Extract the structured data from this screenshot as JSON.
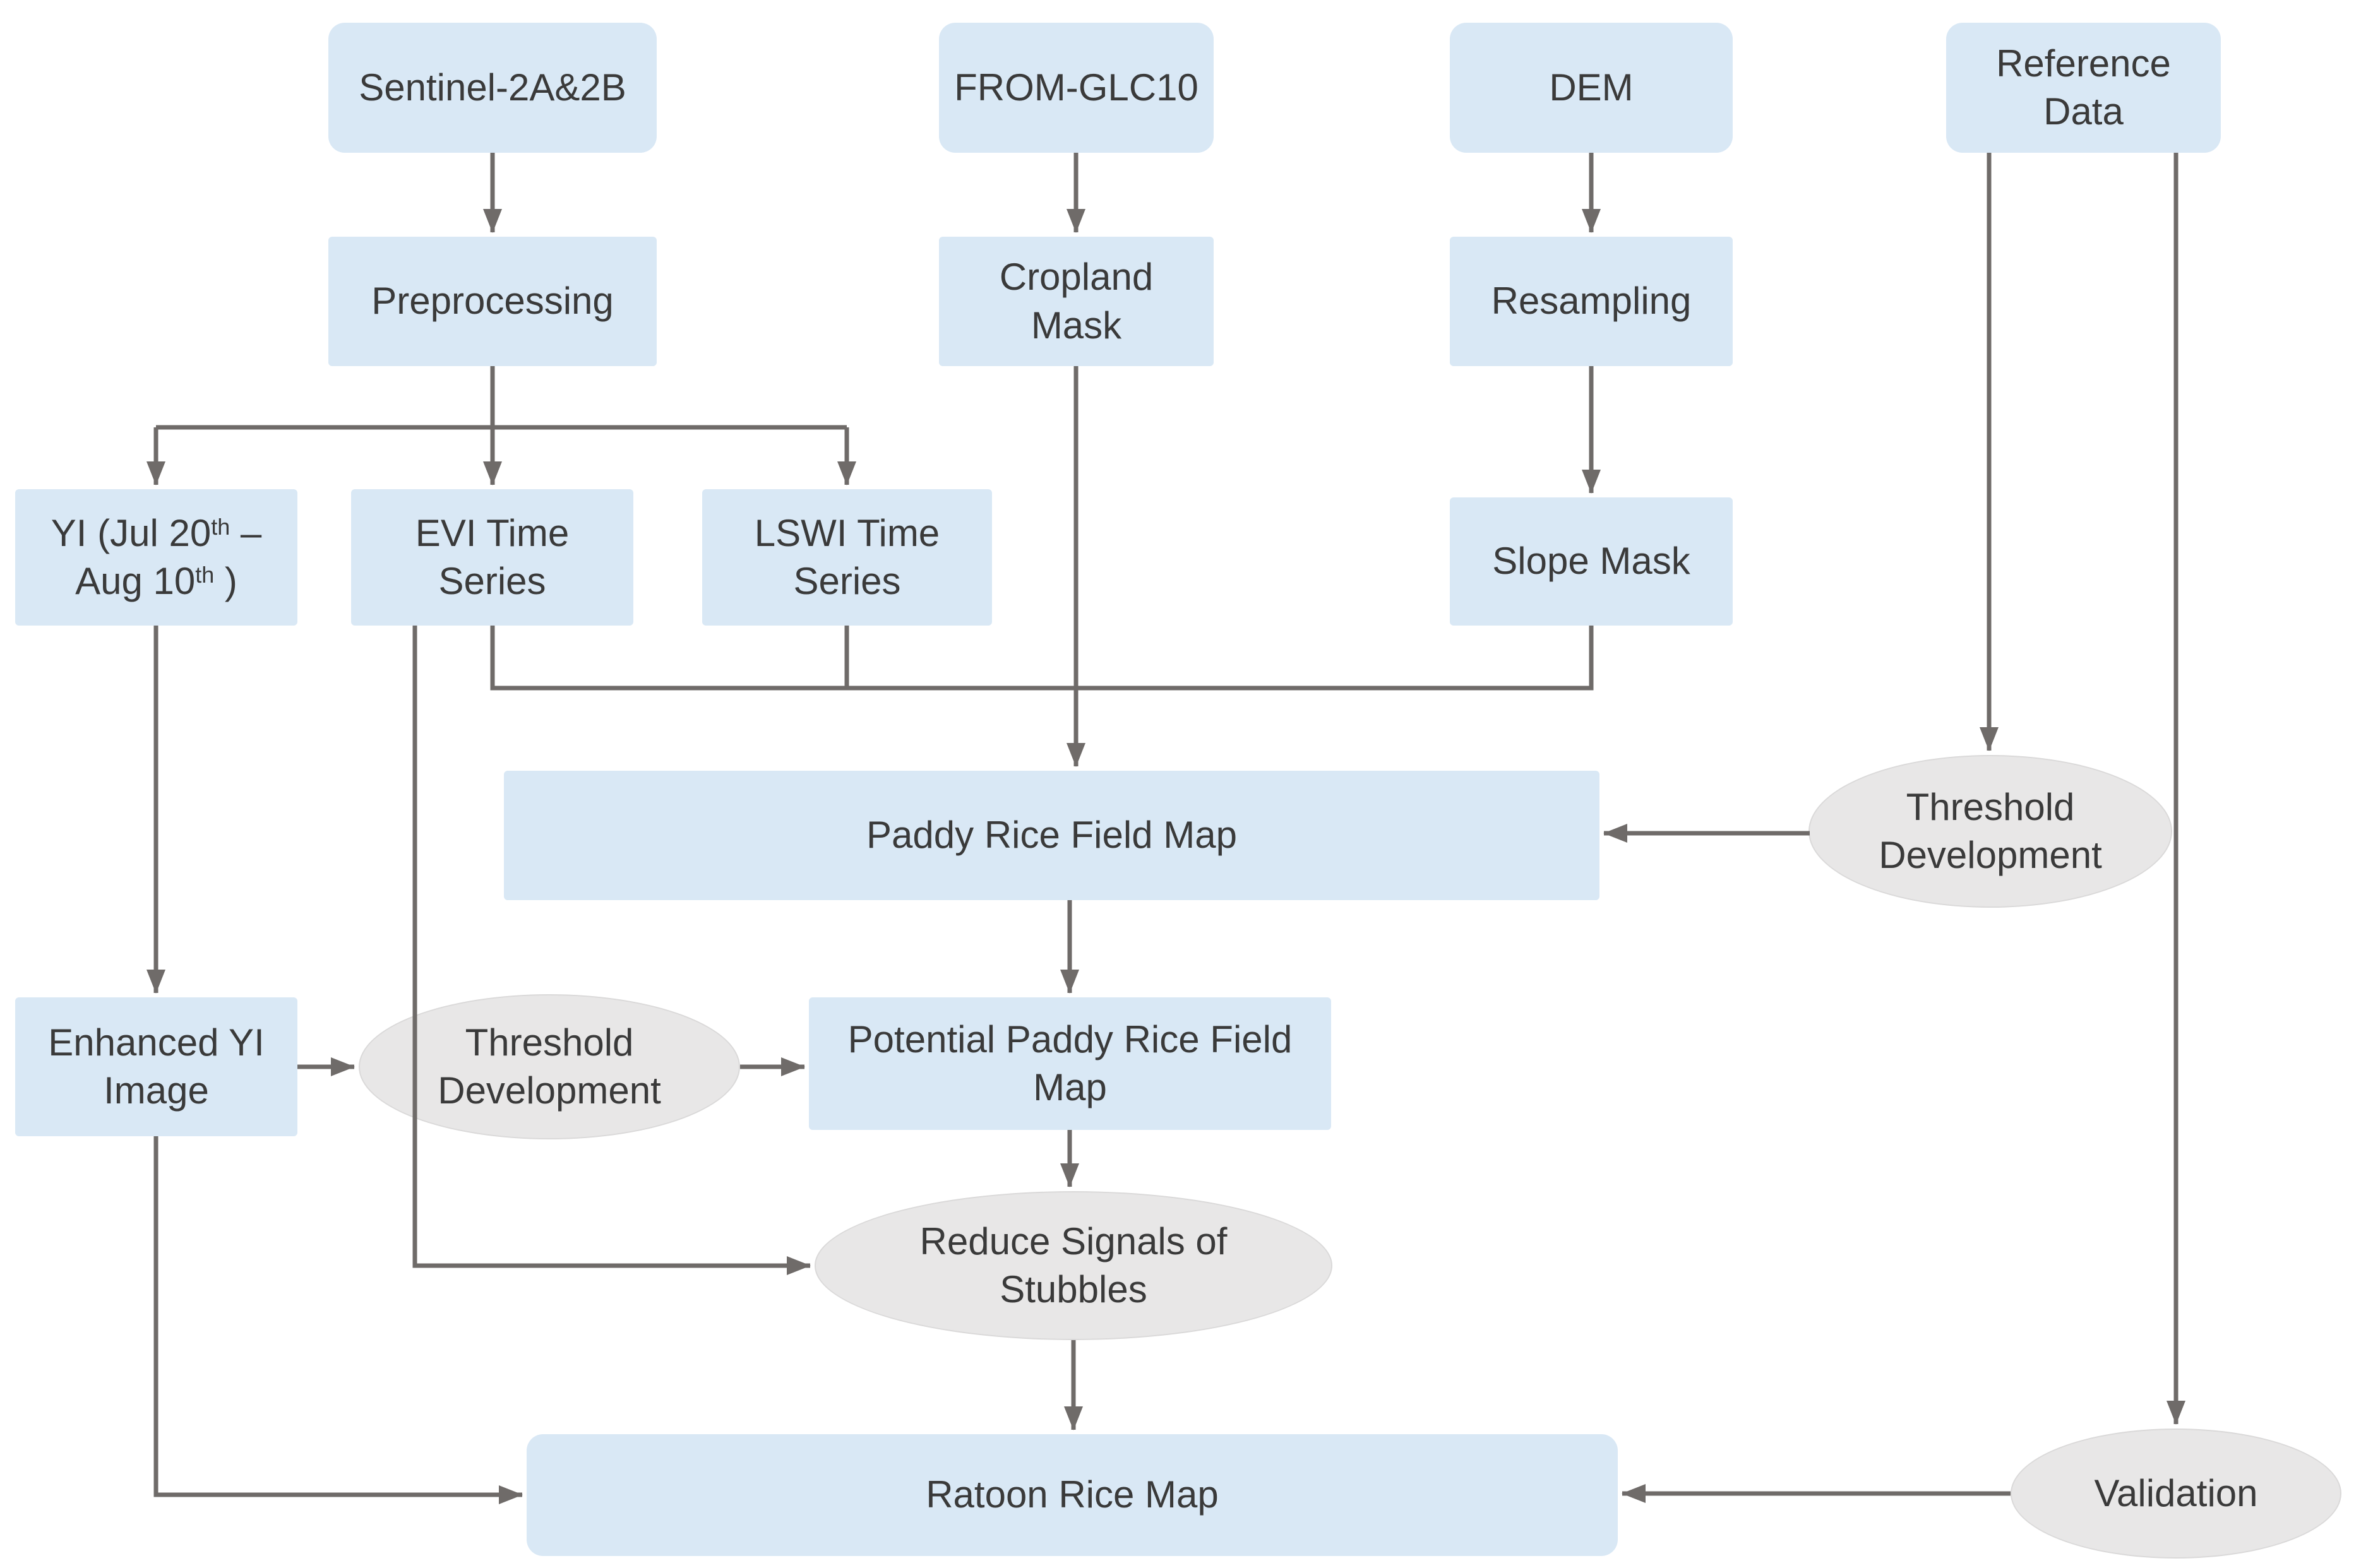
{
  "colors": {
    "background": "#ffffff",
    "node_fill": "#d9e8f5",
    "ellipse_fill": "#e8e7e7",
    "ellipse_border": "#dad9d9",
    "line": "#6f6b69",
    "text": "#3a3a3a"
  },
  "nodes": {
    "sentinel": {
      "label": "Sentinel-2A&2B"
    },
    "from_glc10": {
      "label": "FROM-GLC10"
    },
    "dem": {
      "label": "DEM"
    },
    "reference_data": {
      "line1": "Reference",
      "line2": "Data"
    },
    "preprocessing": {
      "label": "Preprocessing"
    },
    "cropland_mask": {
      "line1": "Cropland",
      "line2": "Mask"
    },
    "resampling": {
      "label": "Resampling"
    },
    "yi": {
      "l1a": "YI (Jul 20",
      "sup1": "th",
      "l1b": " –",
      "l2a": "Aug 10",
      "sup2": "th",
      "l2b": " )"
    },
    "evi": {
      "line1": "EVI Time",
      "line2": "Series"
    },
    "lswi": {
      "line1": "LSWI Time",
      "line2": "Series"
    },
    "slope_mask": {
      "label": "Slope Mask"
    },
    "paddy_map": {
      "label": "Paddy Rice Field Map"
    },
    "threshold_dev_right": {
      "line1": "Threshold",
      "line2": "Development"
    },
    "enhanced_yi": {
      "line1": "Enhanced YI",
      "line2": "Image"
    },
    "threshold_dev_left": {
      "line1": "Threshold",
      "line2": "Development"
    },
    "potential_map": {
      "line1": "Potential Paddy Rice Field",
      "line2": "Map"
    },
    "reduce_stubbles": {
      "line1": "Reduce Signals of",
      "line2": "Stubbles"
    },
    "ratoon_map": {
      "label": "Ratoon Rice Map"
    },
    "validation": {
      "label": "Validation"
    }
  }
}
